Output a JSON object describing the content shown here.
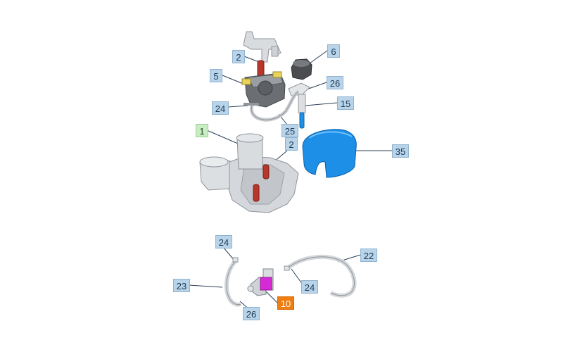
{
  "diagram": {
    "callouts": [
      {
        "id": "c1",
        "text": "1",
        "kind": "main"
      },
      {
        "id": "c2a",
        "text": "2",
        "kind": "part"
      },
      {
        "id": "c2b",
        "text": "2",
        "kind": "part"
      },
      {
        "id": "c5",
        "text": "5",
        "kind": "part"
      },
      {
        "id": "c6",
        "text": "6",
        "kind": "part"
      },
      {
        "id": "c26a",
        "text": "26",
        "kind": "part"
      },
      {
        "id": "c15",
        "text": "15",
        "kind": "part"
      },
      {
        "id": "c24a",
        "text": "24",
        "kind": "part"
      },
      {
        "id": "c25",
        "text": "25",
        "kind": "part"
      },
      {
        "id": "c35",
        "text": "35",
        "kind": "part"
      },
      {
        "id": "c24b",
        "text": "24",
        "kind": "part"
      },
      {
        "id": "c22",
        "text": "22",
        "kind": "part"
      },
      {
        "id": "c23",
        "text": "23",
        "kind": "part"
      },
      {
        "id": "c24c",
        "text": "24",
        "kind": "part"
      },
      {
        "id": "c10",
        "text": "10",
        "kind": "selected"
      },
      {
        "id": "c26b",
        "text": "26",
        "kind": "part"
      }
    ],
    "colors": {
      "callout_fill": "#b9d3e8",
      "callout_main_fill": "#c9ecc4",
      "callout_selected_fill": "#f07d10",
      "part_grey": "#cfd2d6",
      "part_red": "#b9362b",
      "part_blue": "#1e8fe6",
      "part_magenta": "#d62ad6"
    }
  }
}
